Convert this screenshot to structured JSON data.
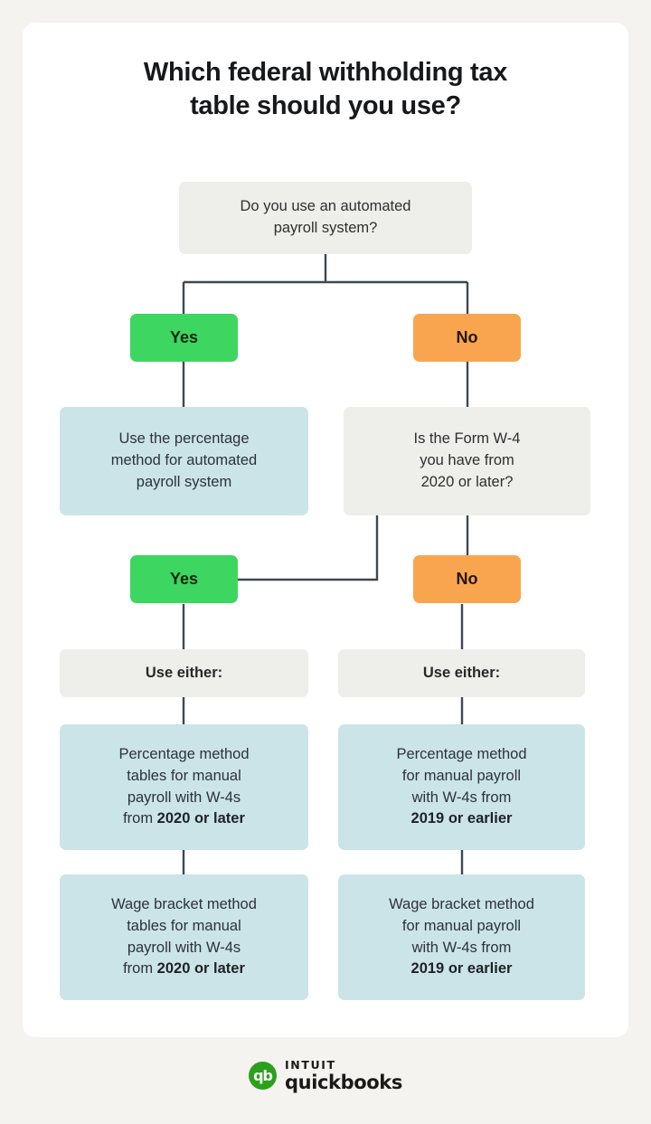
{
  "theme": {
    "page_background": "#f4f3ef",
    "card_background": "#ffffff",
    "gray_node": "#eeeeea",
    "blue_node": "#cbe4e8",
    "yes_green": "#3dd660",
    "no_orange": "#f9a54f",
    "connector": "#3d4852",
    "brand_green": "#2ca01c",
    "text_dark": "#2d2f31"
  },
  "header": {
    "title_line1": "Which federal withholding tax",
    "title_line2": "table should you use?"
  },
  "chart_data": {
    "type": "diagram",
    "title": "Which federal withholding tax table should you use?",
    "nodes": [
      {
        "id": "q1",
        "kind": "question",
        "text": "Do you use an automated payroll system?"
      },
      {
        "id": "q1-yes",
        "kind": "answer-yes",
        "text": "Yes"
      },
      {
        "id": "q1-no",
        "kind": "answer-no",
        "text": "No"
      },
      {
        "id": "automated",
        "kind": "result",
        "text": "Use the percentage method for automated payroll system"
      },
      {
        "id": "q2",
        "kind": "question",
        "text": "Is the Form W-4 you have from 2020 or later?"
      },
      {
        "id": "q2-yes",
        "kind": "answer-yes",
        "text": "Yes"
      },
      {
        "id": "q2-no",
        "kind": "answer-no",
        "text": "No"
      },
      {
        "id": "either-left",
        "kind": "label",
        "text": "Use either:"
      },
      {
        "id": "either-right",
        "kind": "label",
        "text": "Use either:"
      },
      {
        "id": "pct-2020",
        "kind": "result",
        "text": "Percentage method tables for manual payroll with W-4s from 2020 or later",
        "emphasis": "2020 or later"
      },
      {
        "id": "wage-2020",
        "kind": "result",
        "text": "Wage bracket method tables for manual payroll with W-4s from 2020 or later",
        "emphasis": "2020 or later"
      },
      {
        "id": "pct-2019",
        "kind": "result",
        "text": "Percentage method for manual payroll with W-4s from 2019 or earlier",
        "emphasis": "2019 or earlier"
      },
      {
        "id": "wage-2019",
        "kind": "result",
        "text": "Wage bracket method for manual payroll with W-4s from 2019 or earlier",
        "emphasis": "2019 or earlier"
      }
    ],
    "edges": [
      {
        "from": "q1",
        "to": "q1-yes"
      },
      {
        "from": "q1",
        "to": "q1-no"
      },
      {
        "from": "q1-yes",
        "to": "automated"
      },
      {
        "from": "q1-no",
        "to": "q2"
      },
      {
        "from": "q2",
        "to": "q2-yes"
      },
      {
        "from": "q2",
        "to": "q2-no"
      },
      {
        "from": "q2-yes",
        "to": "either-left"
      },
      {
        "from": "q2-no",
        "to": "either-right"
      },
      {
        "from": "either-left",
        "to": "pct-2020"
      },
      {
        "from": "pct-2020",
        "to": "wage-2020"
      },
      {
        "from": "either-right",
        "to": "pct-2019"
      },
      {
        "from": "pct-2019",
        "to": "wage-2019"
      }
    ]
  },
  "flow": {
    "q1": {
      "line1": "Do you use an automated",
      "line2": "payroll system?"
    },
    "yes1": "Yes",
    "no1": "No",
    "automated": {
      "line1": "Use the percentage",
      "line2": "method for automated",
      "line3": "payroll system"
    },
    "q2": {
      "line1": "Is the Form W-4",
      "line2": "you have from",
      "line3": "2020 or later?"
    },
    "yes2": "Yes",
    "no2": "No",
    "either_left": "Use either:",
    "either_right": "Use either:",
    "pct_2020": {
      "line1": "Percentage method",
      "line2": "tables for manual",
      "line3": "payroll with W-4s",
      "line4_prefix": "from ",
      "line4_bold": "2020 or later"
    },
    "wage_2020": {
      "line1": "Wage bracket method",
      "line2": "tables for manual",
      "line3": "payroll with W-4s",
      "line4_prefix": "from ",
      "line4_bold": "2020 or later"
    },
    "pct_2019": {
      "line1": "Percentage method",
      "line2": "for manual payroll",
      "line3": "with W-4s from",
      "line4_bold": "2019 or earlier"
    },
    "wage_2019": {
      "line1": "Wage bracket method",
      "line2": "for manual payroll",
      "line3": "with W-4s from",
      "line4_bold": "2019 or earlier"
    }
  },
  "footer": {
    "logo_mark": "qb",
    "intuit": "INTUIT",
    "quickbooks": "quickbooks"
  }
}
